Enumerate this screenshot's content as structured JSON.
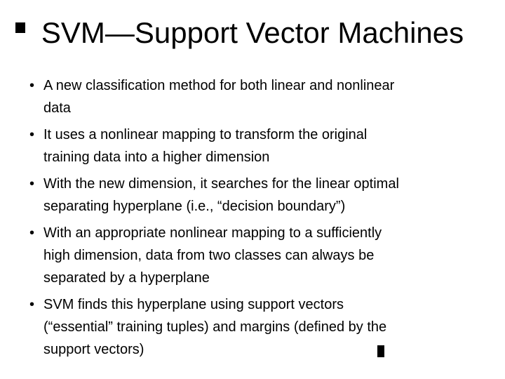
{
  "slide": {
    "title": "SVM—Support Vector Machines",
    "bullet_char": "•",
    "bullets": [
      {
        "lines": [
          "A new classification method for both linear and nonlinear",
          "data"
        ]
      },
      {
        "lines": [
          "It uses a nonlinear mapping to transform the original",
          "training data into a higher dimension"
        ]
      },
      {
        "lines": [
          "With the new dimension, it searches for the linear optimal",
          "separating hyperplane (i.e., “decision boundary”)"
        ]
      },
      {
        "lines": [
          "With an appropriate nonlinear mapping to a sufficiently",
          "high dimension, data from two classes can always be",
          "separated by a hyperplane"
        ]
      },
      {
        "lines": [
          "SVM finds this hyperplane using support vectors",
          "(“essential” training tuples) and margins (defined by the",
          "support vectors)"
        ]
      }
    ],
    "colors": {
      "background": "#ffffff",
      "text": "#000000",
      "decoration": "#000000"
    }
  }
}
